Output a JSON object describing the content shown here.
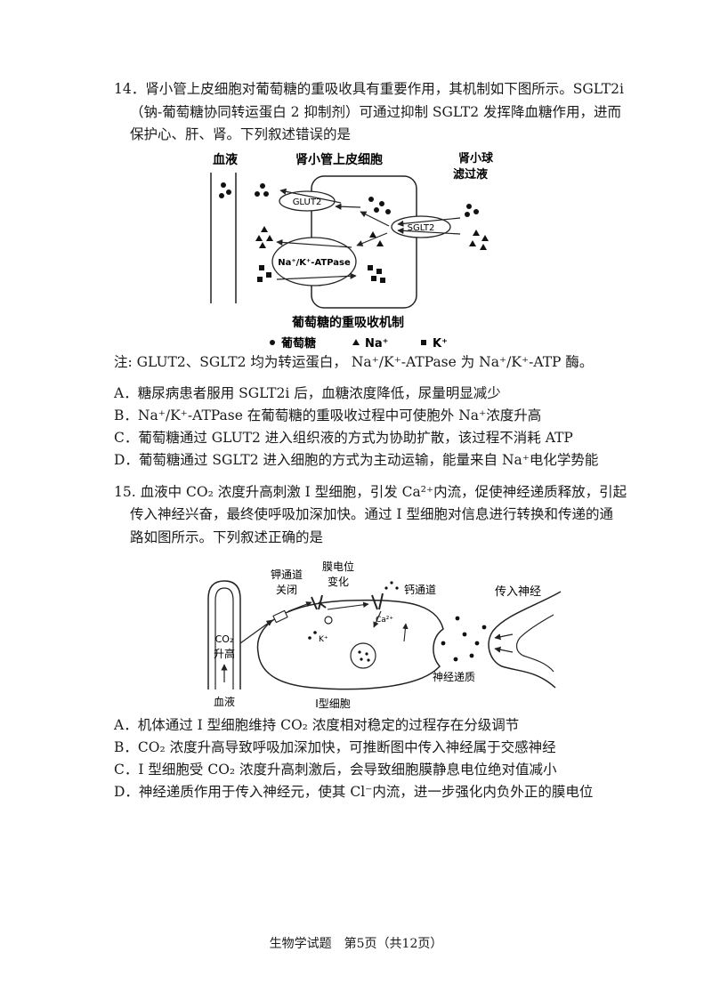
{
  "q14": {
    "stem": [
      "14．肾小管上皮细胞对葡萄糖的重吸收具有重要作用，其机制如下图所示。SGLT2i",
      "（钠-葡萄糖协同转运蛋白 2 抑制剂）可通过抑制 SGLT2 发挥降血糖作用，进而",
      "保护心、肝、肾。下列叙述错误的是"
    ],
    "figure": {
      "blood": "血液",
      "cell": "肾小管上皮细胞",
      "filtrate_1": "肾小球",
      "filtrate_2": "滤过液",
      "glut2": "GLUT2",
      "sglt2": "SGLT2",
      "pump": "Na⁺/K⁺-ATPase",
      "caption": "葡萄糖的重吸收机制",
      "legend": {
        "glucose": "葡萄糖",
        "na": "Na⁺",
        "k": "K⁺"
      }
    },
    "note": "注: GLUT2、SGLT2 均为转运蛋白， Na⁺/K⁺-ATPase 为 Na⁺/K⁺-ATP 酶。",
    "options": [
      "A．糖尿病患者服用 SGLT2i 后，血糖浓度降低，尿量明显减少",
      "B．Na⁺/K⁺-ATPase 在葡萄糖的重吸收过程中可使胞外 Na⁺浓度升高",
      "C．葡萄糖通过 GLUT2 进入组织液的方式为协助扩散，该过程不消耗 ATP",
      "D．葡萄糖通过 SGLT2 进入细胞的方式为主动运输，能量来自 Na⁺电化学势能"
    ]
  },
  "q15": {
    "stem": [
      "15. 血液中 CO₂ 浓度升高刺激 I 型细胞，引发 Ca²⁺内流，促使神经递质释放，引起",
      "传入神经兴奋，最终使呼吸加深加快。通过 I 型细胞对信息进行转换和传递的通",
      "路如图所示。下列叙述正确的是"
    ],
    "figure": {
      "k_channel_1": "钾通道",
      "k_channel_2": "关闭",
      "membrane_1": "膜电位",
      "membrane_2": "变化",
      "ca_channel": "钙通道",
      "afferent": "传入神经",
      "co2": "CO₂",
      "rise": "升高",
      "k_ion": "K⁺",
      "ca_ion": "Ca²⁺",
      "transmitter": "神经递质",
      "blood": "血液",
      "cell_type": "I型细胞"
    },
    "options": [
      "A．机体通过 I 型细胞维持 CO₂ 浓度相对稳定的过程存在分级调节",
      "B．CO₂ 浓度升高导致呼吸加深加快，可推断图中传入神经属于交感神经",
      "C．I 型细胞受 CO₂ 浓度升高刺激后，会导致细胞膜静息电位绝对值减小",
      "D．神经递质作用于传入神经元，使其 Cl⁻内流，进一步强化内负外正的膜电位"
    ]
  },
  "footer": "生物学试题　第5页（共12页）"
}
